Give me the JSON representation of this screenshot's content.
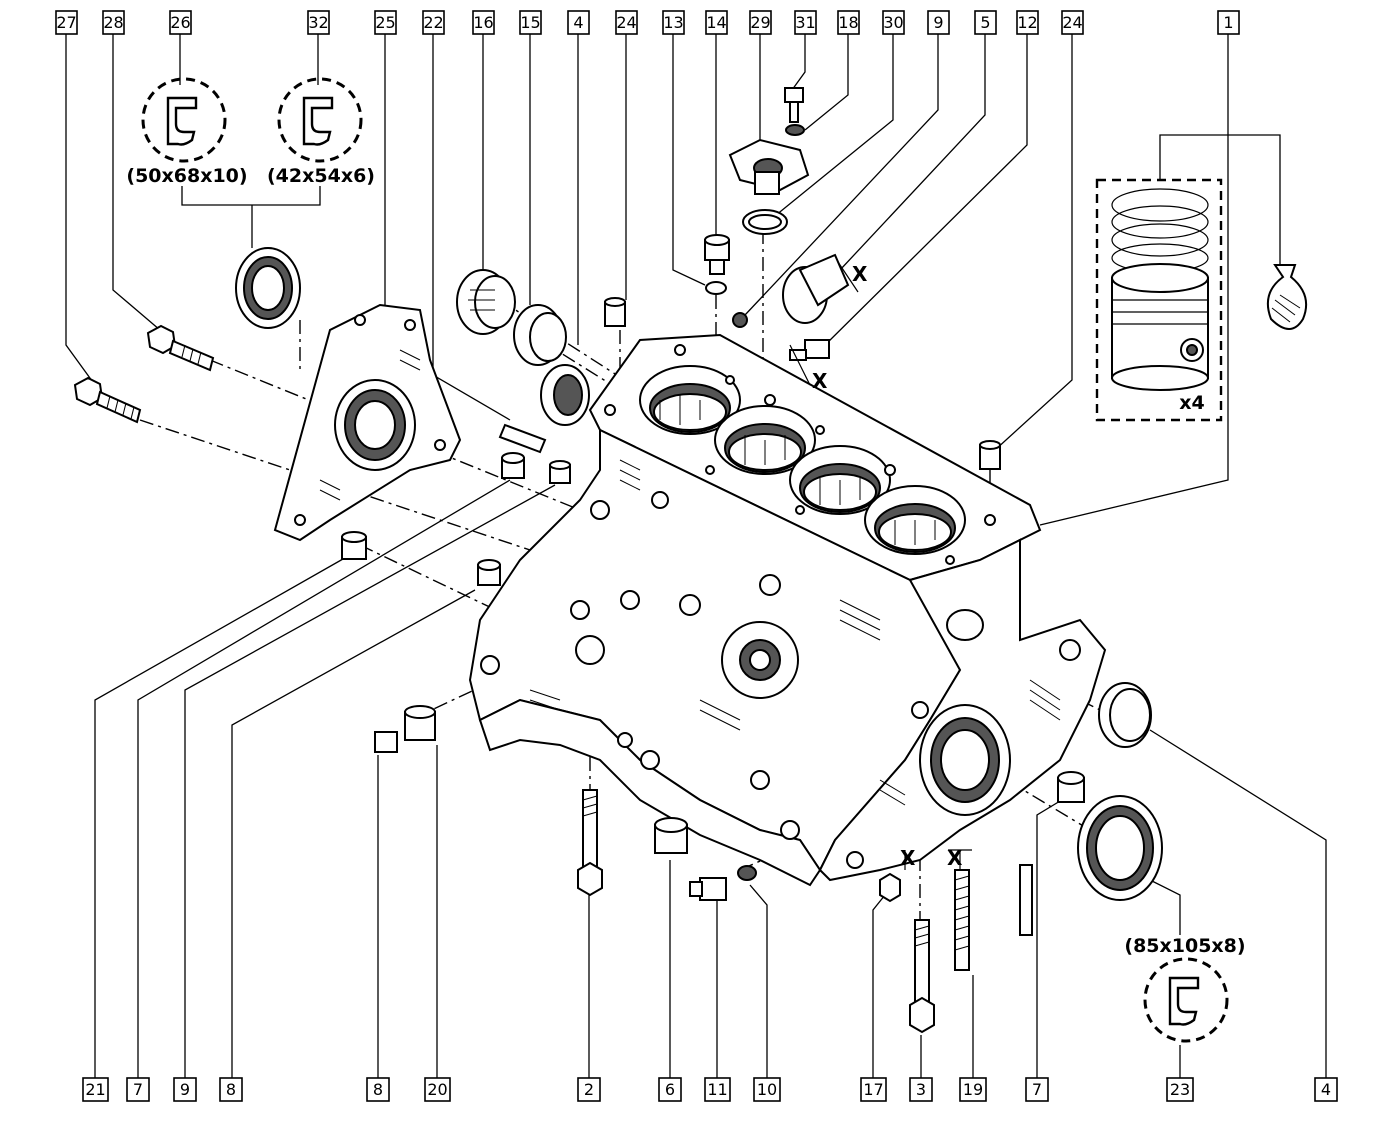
{
  "diagram": {
    "callouts_top": [
      "27",
      "28",
      "26",
      "32",
      "25",
      "22",
      "16",
      "15",
      "4",
      "24",
      "13",
      "14",
      "29",
      "31",
      "18",
      "30",
      "9",
      "5",
      "12",
      "24",
      "1"
    ],
    "callouts_bottom": [
      "21",
      "7",
      "9",
      "8",
      "8",
      "20",
      "2",
      "6",
      "11",
      "10",
      "17",
      "3",
      "19",
      "7",
      "23",
      "4"
    ],
    "seal_sizes": {
      "seal_26": "(50x68x10)",
      "seal_32": "(42x54x6)",
      "seal_23": "(85x105x8)"
    },
    "piston_quantity": "x4",
    "dimension_marks": [
      "X",
      "X",
      "X",
      "X"
    ]
  }
}
